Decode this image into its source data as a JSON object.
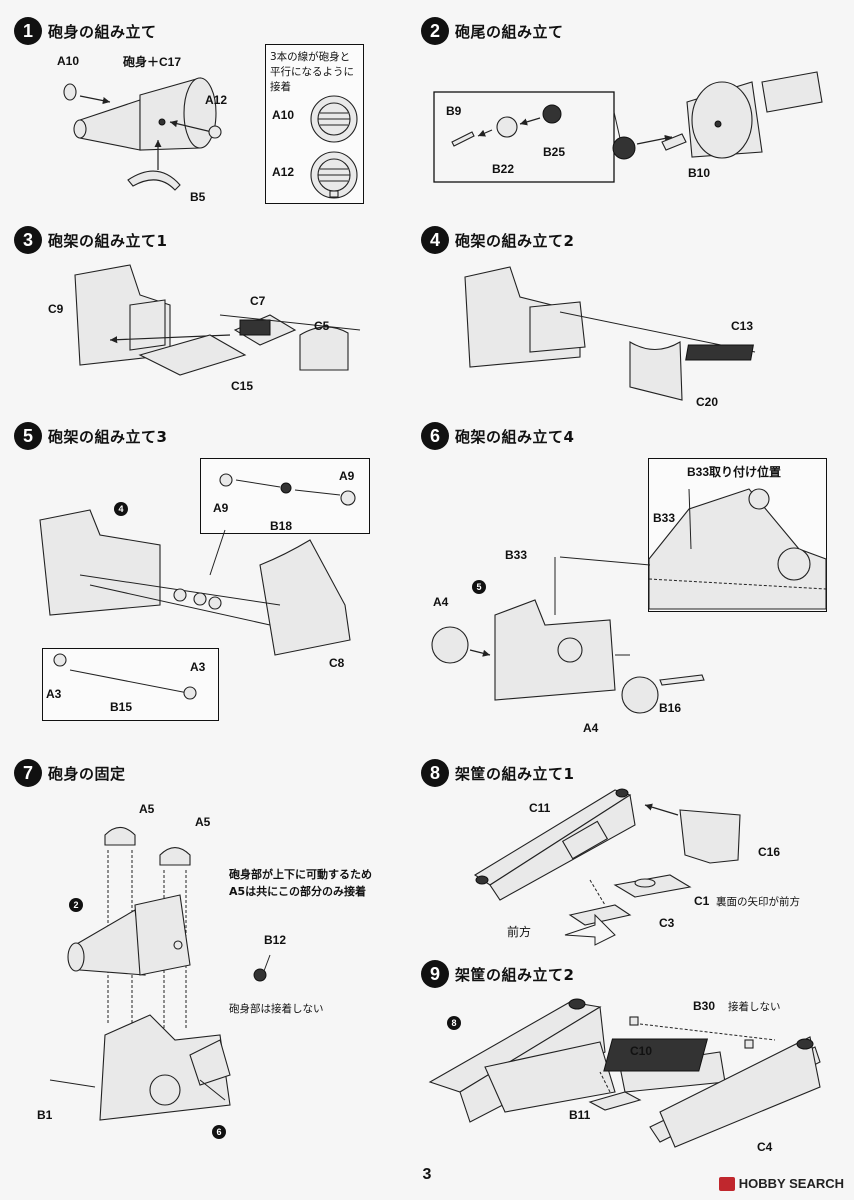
{
  "steps": [
    {
      "num": "1",
      "title": "砲身の組み立て"
    },
    {
      "num": "2",
      "title": "砲尾の組み立て"
    },
    {
      "num": "3",
      "title": "砲架の組み立て1"
    },
    {
      "num": "4",
      "title": "砲架の組み立て2"
    },
    {
      "num": "5",
      "title": "砲架の組み立て3"
    },
    {
      "num": "6",
      "title": "砲架の組み立て4"
    },
    {
      "num": "7",
      "title": "砲身の固定"
    },
    {
      "num": "8",
      "title": "架筐の組み立て1"
    },
    {
      "num": "9",
      "title": "架筐の組み立て2"
    }
  ],
  "step1": {
    "labels": {
      "a10": "A10",
      "barrel": "砲身＋C17",
      "a12": "A12",
      "b5": "B5"
    },
    "callout": {
      "text1": "3本の線が砲身と",
      "text2": "平行になるように",
      "text3": "接着",
      "a10": "A10",
      "a12": "A12"
    }
  },
  "step2": {
    "labels": {
      "b9": "B9",
      "b22": "B22",
      "b25": "B25",
      "b10": "B10"
    }
  },
  "step3": {
    "labels": {
      "c9": "C9",
      "c7": "C7",
      "c5": "C5",
      "c15": "C15"
    }
  },
  "step4": {
    "labels": {
      "c13": "C13",
      "c20": "C20"
    }
  },
  "step5": {
    "labels": {
      "a9a": "A9",
      "a9b": "A9",
      "b18": "B18",
      "c8": "C8",
      "a3a": "A3",
      "a3b": "A3",
      "b15": "B15"
    },
    "ref": "4"
  },
  "step6": {
    "labels": {
      "b33": "B33",
      "a4a": "A4",
      "a4b": "A4",
      "b16": "B16"
    },
    "ref": "5",
    "callout": {
      "title": "B33取り付け位置",
      "b33": "B33"
    }
  },
  "step7": {
    "labels": {
      "a5a": "A5",
      "a5b": "A5",
      "b12": "B12",
      "b1": "B1"
    },
    "ref_barrel": "2",
    "ref_base": "6",
    "note1a": "砲身部が上下に可動するため",
    "note1b": "A5は共にこの部分のみ接着",
    "note2": "砲身部は接着しない"
  },
  "step8": {
    "labels": {
      "c11": "C11",
      "c16": "C16",
      "c1": "C1",
      "c3": "C3"
    },
    "c1_note": "裏面の矢印が前方",
    "front": "前方"
  },
  "step9": {
    "labels": {
      "b30": "B30",
      "c10": "C10",
      "b11": "B11",
      "c4": "C4"
    },
    "ref": "8",
    "b30_note": "接着しない"
  },
  "page_number": "3",
  "watermark": "HOBBY SEARCH"
}
